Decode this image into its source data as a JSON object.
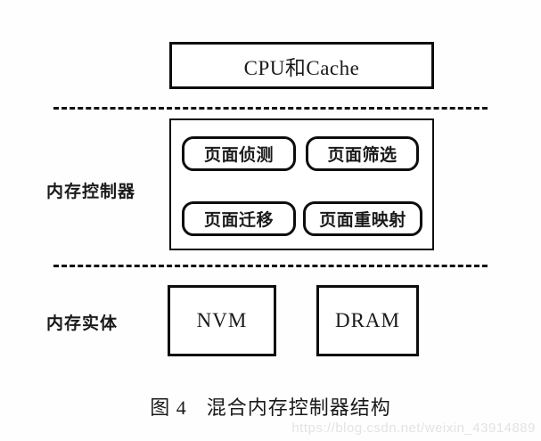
{
  "figure": {
    "caption_number": "图 4",
    "caption_text": "混合内存控制器结构",
    "watermark": "https://blog.csdn.net/weixin_43914889"
  },
  "colors": {
    "stroke": "#0d0d0d",
    "background": "#ffffff",
    "watermark": "#e3e3e3"
  },
  "tiers": [
    {
      "label": "内存控制器"
    },
    {
      "label": "内存实体"
    }
  ],
  "top_block": {
    "label": "CPU和Cache"
  },
  "controller": {
    "modules": [
      {
        "label": "页面侦测"
      },
      {
        "label": "页面筛选"
      },
      {
        "label": "页面迁移"
      },
      {
        "label": "页面重映射"
      }
    ]
  },
  "physical_memory": {
    "blocks": [
      {
        "label": "NVM"
      },
      {
        "label": "DRAM"
      }
    ]
  }
}
